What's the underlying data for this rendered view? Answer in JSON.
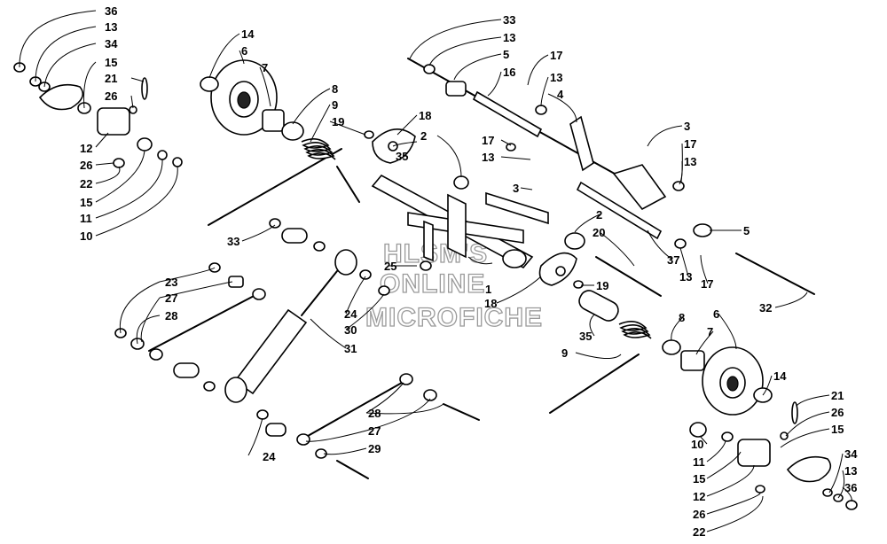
{
  "watermark": [
    "HLSM'S",
    "ONLINE",
    "MICROFICHE"
  ],
  "callouts": {
    "c36a": "36",
    "c13a": "13",
    "c34a": "34",
    "c15a": "15",
    "c21a": "21",
    "c26a": "26",
    "c12a": "12",
    "c26b": "26",
    "c22a": "22",
    "c15b": "15",
    "c11a": "11",
    "c10a": "10",
    "c14a": "14",
    "c6a": "6",
    "c7a": "7",
    "c8a": "8",
    "c9a": "9",
    "c19a": "19",
    "c18a": "18",
    "c35a": "35",
    "c2a": "2",
    "c33a": "33",
    "c13b": "13",
    "c5a": "5",
    "c16a": "16",
    "c17a": "17",
    "c13c": "13",
    "c4a": "4",
    "c3a": "3",
    "c17b": "17",
    "c13d": "13",
    "c17c": "17",
    "c13e": "13",
    "c3b": "3",
    "c2b": "2",
    "c20a": "20",
    "c5b": "5",
    "c37a": "37",
    "c13f": "13",
    "c17d": "17",
    "c32a": "32",
    "c33b": "33",
    "c25a": "25",
    "c1a": "1",
    "c19b": "19",
    "c18b": "18",
    "c23a": "23",
    "c27a": "27",
    "c28a": "28",
    "c24a": "24",
    "c30a": "30",
    "c31a": "31",
    "c8b": "8",
    "c6b": "6",
    "c7b": "7",
    "c35b": "35",
    "c9b": "9",
    "c14b": "14",
    "c21b": "21",
    "c26c": "26",
    "c15c": "15",
    "c10b": "10",
    "c11b": "11",
    "c15d": "15",
    "c12b": "12",
    "c26d": "26",
    "c22b": "22",
    "c34b": "34",
    "c13g": "13",
    "c36b": "36",
    "c28b": "28",
    "c27b": "27",
    "c29a": "29",
    "c24b": "24"
  }
}
